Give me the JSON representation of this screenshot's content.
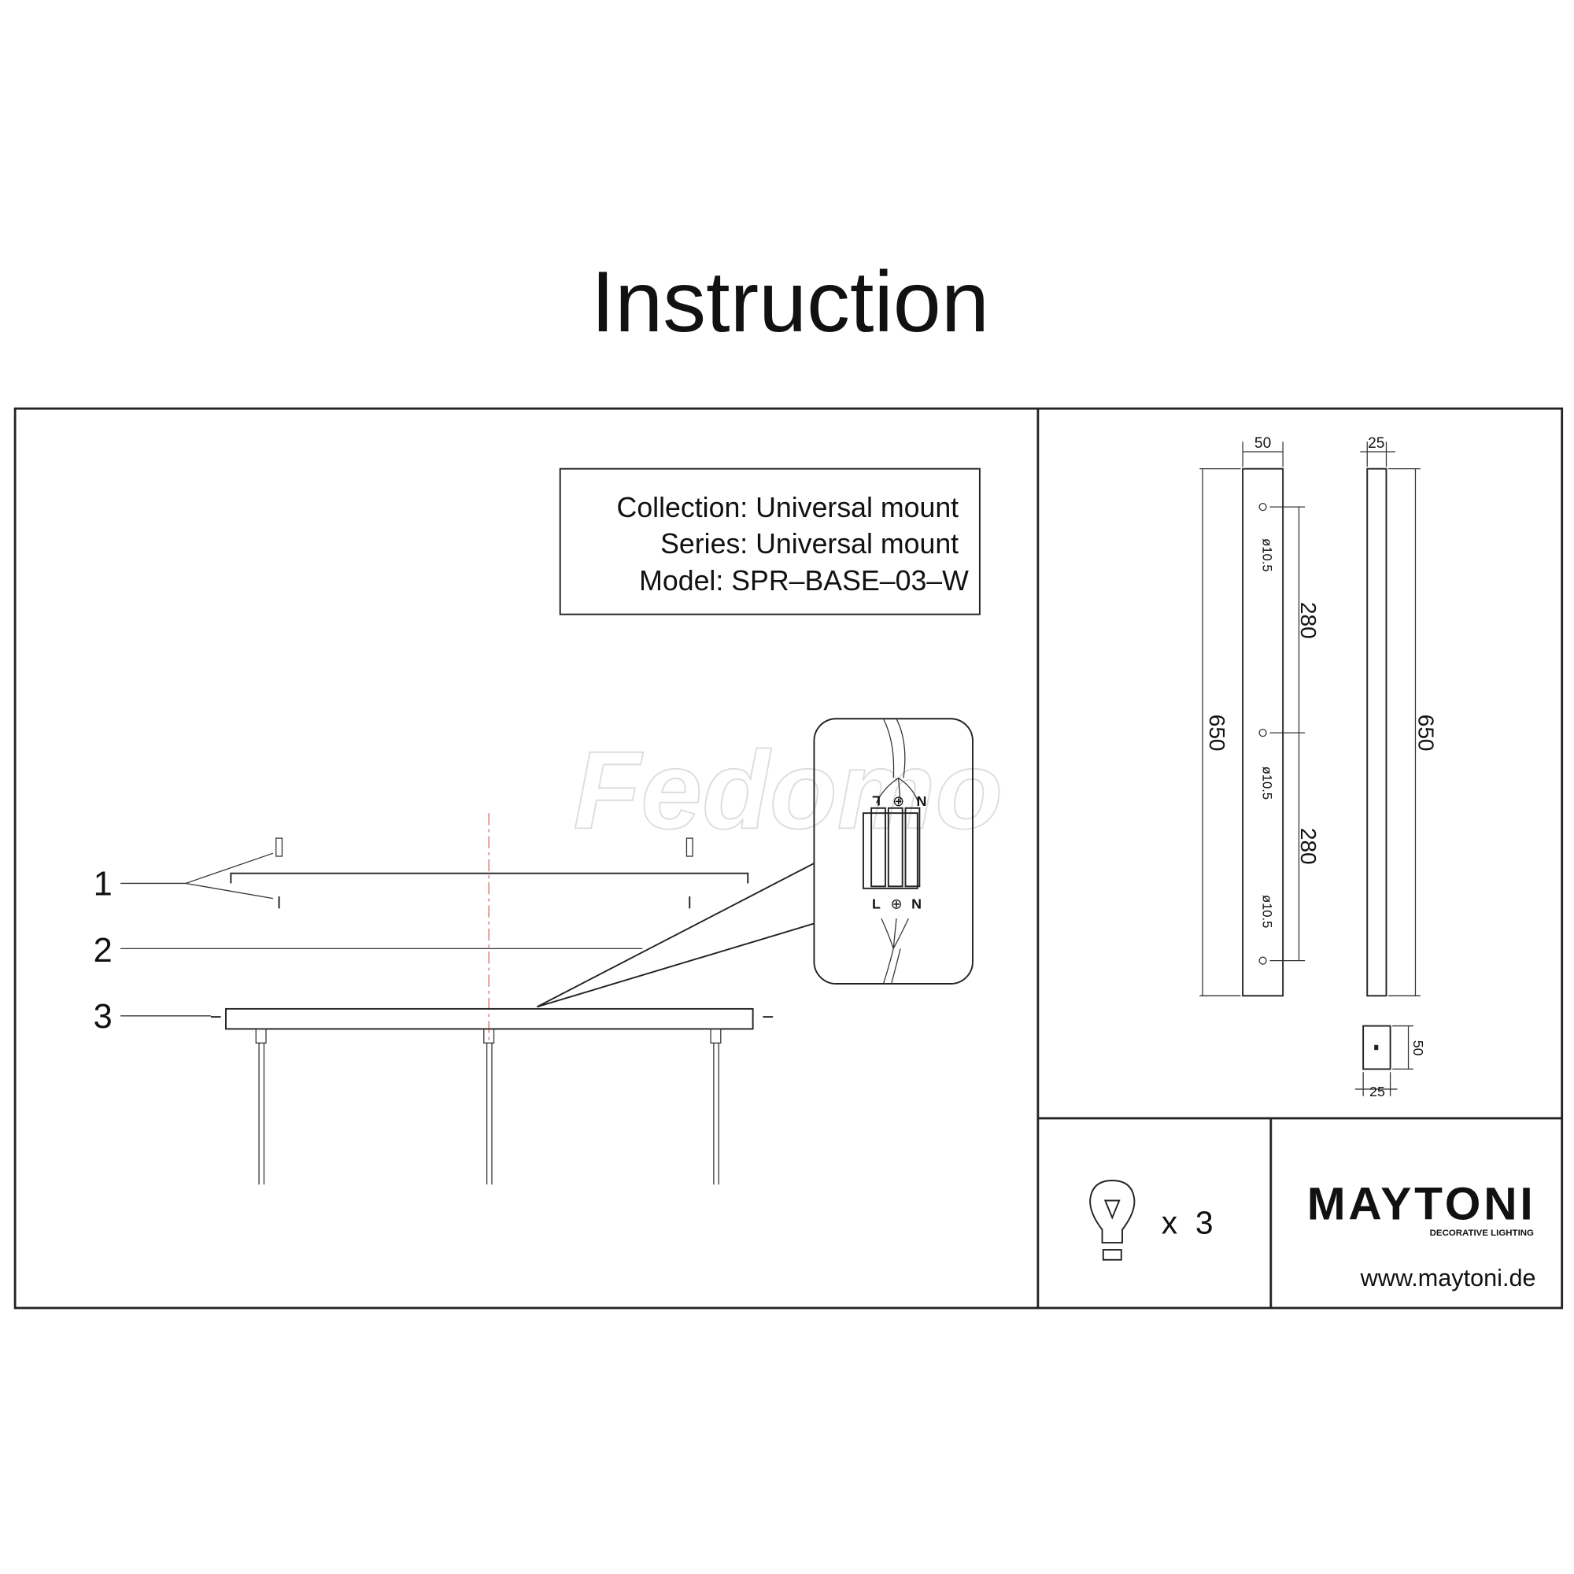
{
  "title": "Instruction",
  "info": {
    "collection": "Collection: Universal  mount",
    "series": "Series: Universal  mount",
    "model": "Model: SPR–BASE–03–W"
  },
  "watermark": "Fedomo",
  "parts": [
    "1",
    "2",
    "3"
  ],
  "terminals": {
    "top": [
      "L",
      "⊕",
      "N"
    ],
    "bottom": [
      "L",
      "⊕",
      "N"
    ]
  },
  "dimensions": {
    "front_width": "50",
    "side_width": "25",
    "length_front": "650",
    "length_side": "650",
    "spacing_1": "280",
    "spacing_2": "280",
    "hole_1": "ø10.5",
    "hole_2": "ø10.5",
    "hole_3": "ø10.5",
    "end_height": "50",
    "end_width": "25"
  },
  "bulbs": {
    "icon": "bulb-icon",
    "count_label": "x  3"
  },
  "brand": {
    "name": "MAYTONI",
    "tagline": "DECORATIVE LIGHTING",
    "website": "www.maytoni.de"
  }
}
